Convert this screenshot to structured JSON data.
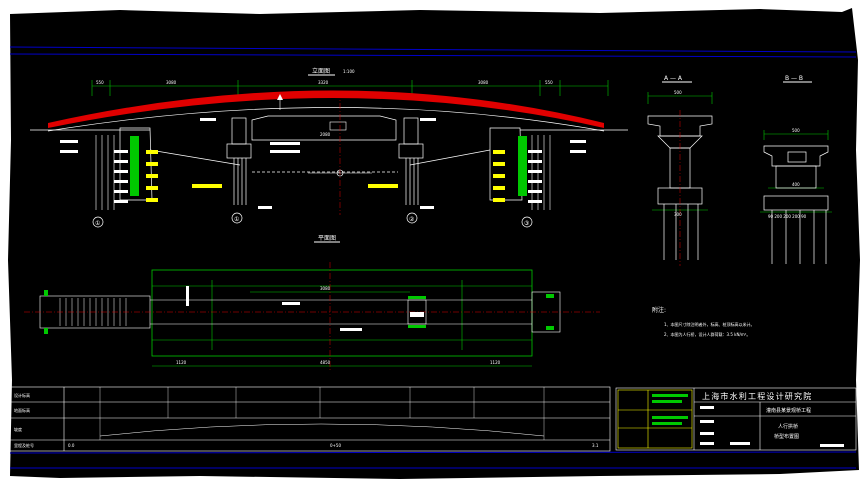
{
  "titles": {
    "elevation": "立面图",
    "elevation_scale": "1:100",
    "plan": "平面图",
    "section_aa": "A — A",
    "section_bb": "B — B"
  },
  "dims": {
    "span_left": "3080",
    "span_mid": "3320",
    "span_right": "3080",
    "end_left": "550",
    "end_right": "550",
    "center_height": "2080",
    "plan_span": "3080",
    "plan_bottom_left": "1120",
    "plan_bottom_mid": "4850",
    "plan_bottom_right": "1120",
    "sec_a_top": "500",
    "sec_a_base": "300",
    "sec_b_top": "500",
    "sec_b_mid": "400",
    "sec_b_base": "90 200 200 200 90"
  },
  "axis_labels": [
    "①",
    "①",
    "②",
    "③"
  ],
  "notes": {
    "heading": "附注:",
    "lines": [
      "1、本图尺寸除注明者外，标高、桩顶标高以米计。",
      "2、本图为人行桥，设计人群荷载：3.5 kN/m²。"
    ]
  },
  "table": {
    "rows": [
      "设计标高",
      "地面标高",
      "坡度",
      "里程及桩号"
    ],
    "mileage_start": "0.0",
    "mileage_mid": "0+50",
    "mileage_end": "3.1"
  },
  "title_block": {
    "institute": "上海市水利工程设计研究院",
    "project": "灌南县某景观桥工程",
    "drawing_line1": "人行拱桥",
    "drawing_line2": "桥型布置图"
  },
  "colors": {
    "frame": "#0000c8",
    "line": "#ffffff",
    "arch": "#e00000",
    "dim": "#00c800",
    "text": "#ffff00",
    "axis": "#e00000",
    "magenta": "#ff00ff"
  }
}
